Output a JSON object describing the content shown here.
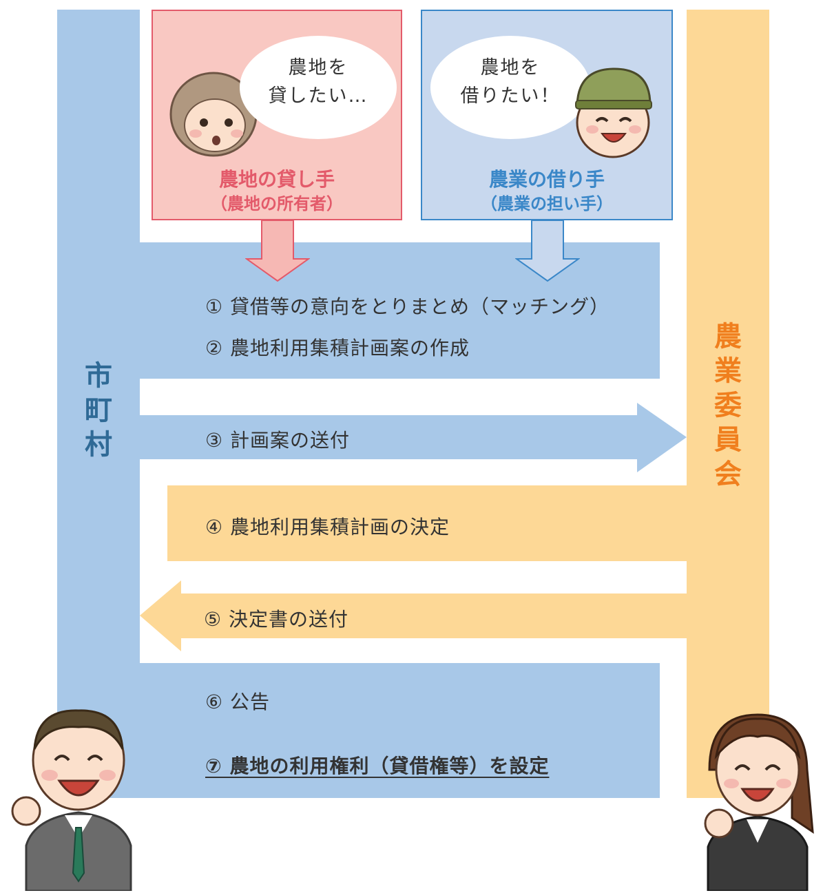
{
  "lender": {
    "bubble_line1": "農地を",
    "bubble_line2": "貸したい…",
    "title": "農地の貸し手",
    "subtitle": "（農地の所有者）"
  },
  "borrower": {
    "bubble_line1": "農地を",
    "bubble_line2": "借りたい！",
    "title": "農業の借り手",
    "subtitle": "（農業の担い手）"
  },
  "municipality": {
    "chars": [
      "市",
      "町",
      "村"
    ]
  },
  "committee": {
    "chars": [
      "農",
      "業",
      "委",
      "員",
      "会"
    ]
  },
  "steps": {
    "s1": "① 貸借等の意向をとりまとめ（マッチング）",
    "s2": "② 農地利用集積計画案の作成",
    "s3": "③ 計画案の送付",
    "s4": "④ 農地利用集積計画の決定",
    "s5": "⑤ 決定書の送付",
    "s6": "⑥ 公告",
    "s7": "⑦ 農地の利用権利（貸借権等）を設定"
  },
  "colors": {
    "municipality_blue": "#a8c8e8",
    "committee_orange": "#fdd896",
    "lender_red": "#e35a6a",
    "borrower_blue": "#3a87c8",
    "municipality_text": "#2f6a96",
    "committee_text": "#f07f1e"
  }
}
